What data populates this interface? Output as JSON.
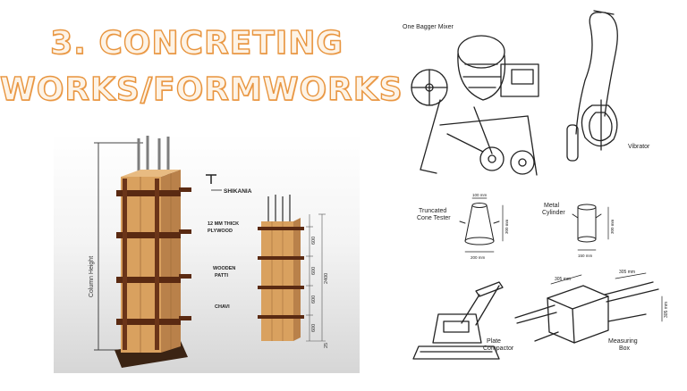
{
  "title": {
    "line1": "3. CONCRETING",
    "line2": "WORKS/FORMWORKS"
  },
  "formwork": {
    "column_height_label": "Column Height",
    "shikania_label": "SHIKANIA",
    "plywood_label_1": "12 MM THICK",
    "plywood_label_2": "PLYWOOD",
    "patti_label_1": "WOODEN",
    "patti_label_2": "PATTI",
    "chavi_label": "CHAVI",
    "dimensions": [
      "600",
      "600",
      "600",
      "600",
      "2400",
      "25"
    ]
  },
  "equipment": {
    "mixer_label": "One Bagger Mixer",
    "vibrator_label": "Vibrator",
    "cone_label_1": "Truncated",
    "cone_label_2": "Cone Tester",
    "cone_dim_top": "100 mm",
    "cone_dim_height": "300 mm",
    "cone_dim_bottom": "200 mm",
    "cylinder_label_1": "Metal",
    "cylinder_label_2": "Cylinder",
    "cylinder_dim_height": "300 mm",
    "cylinder_dim_diameter": "150 mm",
    "compactor_label_1": "Plate",
    "compactor_label_2": "Compactor",
    "box_label_1": "Measuring",
    "box_label_2": "Box",
    "box_dim_1": "305 mm",
    "box_dim_2": "305 mm",
    "box_dim_3": "305 mm"
  },
  "colors": {
    "title_fill": "#fdf3e6",
    "title_stroke": "#e8953f",
    "plywood": "#d9a15f",
    "plywood_dark": "#b9814a",
    "batten": "#5a2a12",
    "rebar": "#8a8a8a",
    "sketch_line": "#222222"
  }
}
